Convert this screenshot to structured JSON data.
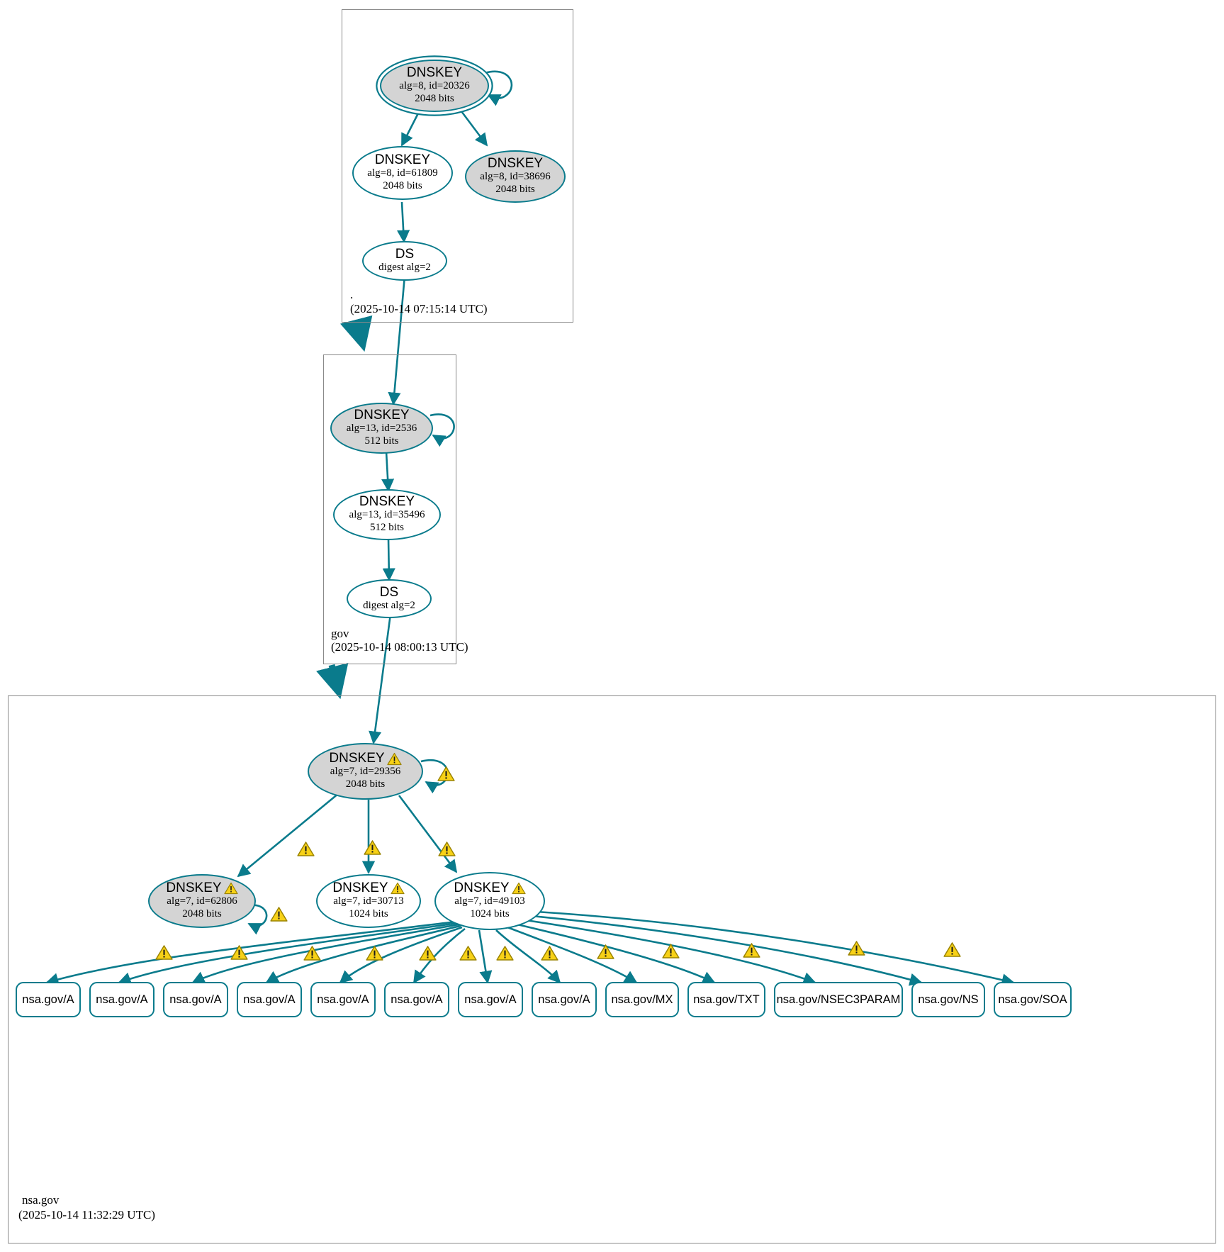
{
  "diagram": {
    "kind": "dnssec-authentication-chain",
    "colors": {
      "edge": "#0a7b8c",
      "node_border": "#0a7b8c",
      "shaded_fill": "#d4d4d4",
      "warning": "#f7d117",
      "zone_border": "#8a8a8a"
    }
  },
  "zones": [
    {
      "id": "root",
      "name": ".",
      "timestamp": "(2025-10-14 07:15:14 UTC)",
      "nodes": [
        {
          "id": "r-20326",
          "type": "DNSKEY",
          "title": "DNSKEY",
          "line1": "alg=8, id=20326",
          "line2": "2048 bits",
          "shaded": true,
          "trust_anchor": true,
          "warning": false,
          "self_sign": true
        },
        {
          "id": "r-61809",
          "type": "DNSKEY",
          "title": "DNSKEY",
          "line1": "alg=8, id=61809",
          "line2": "2048 bits",
          "shaded": false,
          "trust_anchor": false,
          "warning": false,
          "self_sign": false
        },
        {
          "id": "r-38696",
          "type": "DNSKEY",
          "title": "DNSKEY",
          "line1": "alg=8, id=38696",
          "line2": "2048 bits",
          "shaded": true,
          "trust_anchor": false,
          "warning": false,
          "self_sign": false
        },
        {
          "id": "r-ds",
          "type": "DS",
          "title": "DS",
          "line1": "digest alg=2",
          "line2": "",
          "shaded": false,
          "trust_anchor": false,
          "warning": false,
          "self_sign": false
        }
      ]
    },
    {
      "id": "gov",
      "name": "gov",
      "timestamp": "(2025-10-14 08:00:13 UTC)",
      "nodes": [
        {
          "id": "g-2536",
          "type": "DNSKEY",
          "title": "DNSKEY",
          "line1": "alg=13, id=2536",
          "line2": "512 bits",
          "shaded": true,
          "trust_anchor": false,
          "warning": false,
          "self_sign": true
        },
        {
          "id": "g-35496",
          "type": "DNSKEY",
          "title": "DNSKEY",
          "line1": "alg=13, id=35496",
          "line2": "512 bits",
          "shaded": false,
          "trust_anchor": false,
          "warning": false,
          "self_sign": false
        },
        {
          "id": "g-ds",
          "type": "DS",
          "title": "DS",
          "line1": "digest alg=2",
          "line2": "",
          "shaded": false,
          "trust_anchor": false,
          "warning": false,
          "self_sign": false
        }
      ]
    },
    {
      "id": "nsagov",
      "name": "nsa.gov",
      "timestamp": "(2025-10-14 11:32:29 UTC)",
      "nodes": [
        {
          "id": "n-29356",
          "type": "DNSKEY",
          "title": "DNSKEY",
          "line1": "alg=7, id=29356",
          "line2": "2048 bits",
          "shaded": true,
          "trust_anchor": false,
          "warning": true,
          "self_sign": true
        },
        {
          "id": "n-62806",
          "type": "DNSKEY",
          "title": "DNSKEY",
          "line1": "alg=7, id=62806",
          "line2": "2048 bits",
          "shaded": true,
          "trust_anchor": false,
          "warning": true,
          "self_sign": true
        },
        {
          "id": "n-30713",
          "type": "DNSKEY",
          "title": "DNSKEY",
          "line1": "alg=7, id=30713",
          "line2": "1024 bits",
          "shaded": false,
          "trust_anchor": false,
          "warning": true,
          "self_sign": false
        },
        {
          "id": "n-49103",
          "type": "DNSKEY",
          "title": "DNSKEY",
          "line1": "alg=7, id=49103",
          "line2": "1024 bits",
          "shaded": false,
          "trust_anchor": false,
          "warning": true,
          "self_sign": false
        }
      ],
      "rrsets": [
        {
          "id": "rr-1",
          "label": "nsa.gov/A"
        },
        {
          "id": "rr-2",
          "label": "nsa.gov/A"
        },
        {
          "id": "rr-3",
          "label": "nsa.gov/A"
        },
        {
          "id": "rr-4",
          "label": "nsa.gov/A"
        },
        {
          "id": "rr-5",
          "label": "nsa.gov/A"
        },
        {
          "id": "rr-6",
          "label": "nsa.gov/A"
        },
        {
          "id": "rr-7",
          "label": "nsa.gov/A"
        },
        {
          "id": "rr-8",
          "label": "nsa.gov/A"
        },
        {
          "id": "rr-9",
          "label": "nsa.gov/MX"
        },
        {
          "id": "rr-10",
          "label": "nsa.gov/TXT"
        },
        {
          "id": "rr-11",
          "label": "nsa.gov/NSEC3PARAM"
        },
        {
          "id": "rr-12",
          "label": "nsa.gov/NS"
        },
        {
          "id": "rr-13",
          "label": "nsa.gov/SOA"
        }
      ]
    }
  ],
  "icons": {
    "warning": "warning-triangle-icon"
  }
}
